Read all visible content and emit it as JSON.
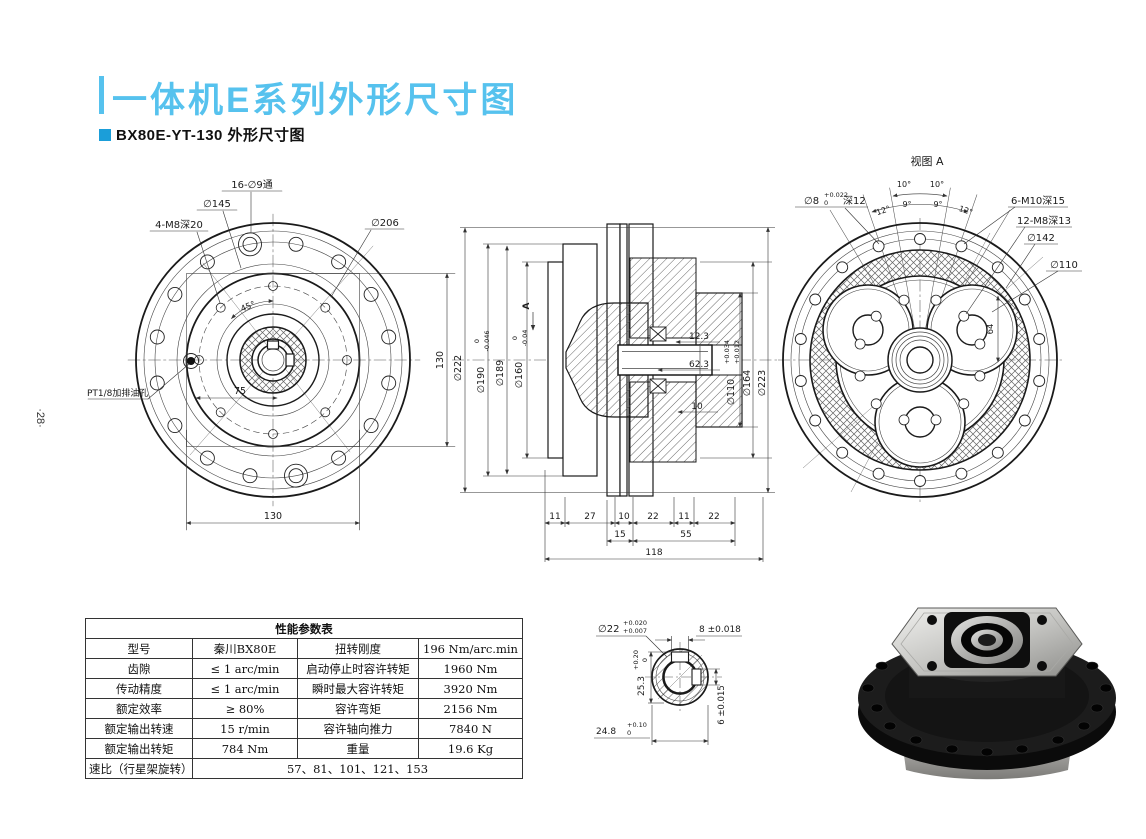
{
  "page": {
    "title": "一体机E系列外形尺寸图",
    "subtitle": "BX80E-YT-130 外形尺寸图",
    "page_number": "·28·",
    "accent_color": "#56c2ee",
    "bullet_color": "#1b9ed9"
  },
  "front_view": {
    "holes_top": "16-∅9通",
    "d145": "∅145",
    "m8_holes": "4-M8深20",
    "d206": "∅206",
    "angle45": "45°",
    "dim75": "75",
    "dim130_side": "130",
    "dim130_bottom": "130",
    "oil_port": "PT1/8加排油孔"
  },
  "section_view": {
    "d222": "∅222",
    "d190": "∅190",
    "d190_tol_u": "0",
    "d190_tol_l": "-0.046",
    "d189": "∅189",
    "d160": "∅160",
    "d160_tol_u": "0",
    "d160_tol_l": "-0.04",
    "section_a": "A",
    "dim123": "12.3",
    "dim623": "62.3",
    "dim10r": "10",
    "d110": "∅110",
    "d110_tol_u": "+0.034",
    "d110_tol_l": "+0.012",
    "d164": "∅164",
    "d223": "∅223",
    "bottom_dims": [
      "11",
      "27",
      "10",
      "22",
      "11",
      "22"
    ],
    "dim15": "15",
    "dim55": "55",
    "dim118": "118"
  },
  "rear_view": {
    "title": "视图 A",
    "d8": "∅8",
    "d8_tol_u": "+0.022",
    "d8_tol_l": "0",
    "d8_depth": "深12",
    "angles": [
      "10°",
      "10°",
      "9°",
      "9°",
      "12°",
      "12°"
    ],
    "m10": "6-M10深15",
    "m8": "12-M8深13",
    "d142": "∅142",
    "d110": "∅110",
    "dim64": "64"
  },
  "shaft_detail": {
    "d22": "∅22",
    "d22_tol_u": "+0.020",
    "d22_tol_l": "+0.007",
    "key_width": "8 ±0.018",
    "dim253": "25.3",
    "dim253_tol_u": "+0.20",
    "dim253_tol_l": "0",
    "dim248": "24.8",
    "dim248_tol_u": "+0.10",
    "dim248_tol_l": "0",
    "key_height": "6 ±0.015"
  },
  "table": {
    "caption": "性能参数表",
    "rows": [
      [
        "型号",
        "秦川BX80E",
        "扭转刚度",
        "196 Nm/arc.min"
      ],
      [
        "齿隙",
        "≤ 1 arc/min",
        "启动停止时容许转矩",
        "1960 Nm"
      ],
      [
        "传动精度",
        "≤ 1 arc/min",
        "瞬时最大容许转矩",
        "3920 Nm"
      ],
      [
        "额定效率",
        "≥ 80%",
        "容许弯矩",
        "2156 Nm"
      ],
      [
        "额定输出转速",
        "15 r/min",
        "容许轴向推力",
        "7840 N"
      ],
      [
        "额定输出转矩",
        "784 Nm",
        "重量",
        "19.6 Kg"
      ]
    ],
    "ratio_label": "速比（行星架旋转）",
    "ratio_values": "57、81、101、121、153"
  }
}
